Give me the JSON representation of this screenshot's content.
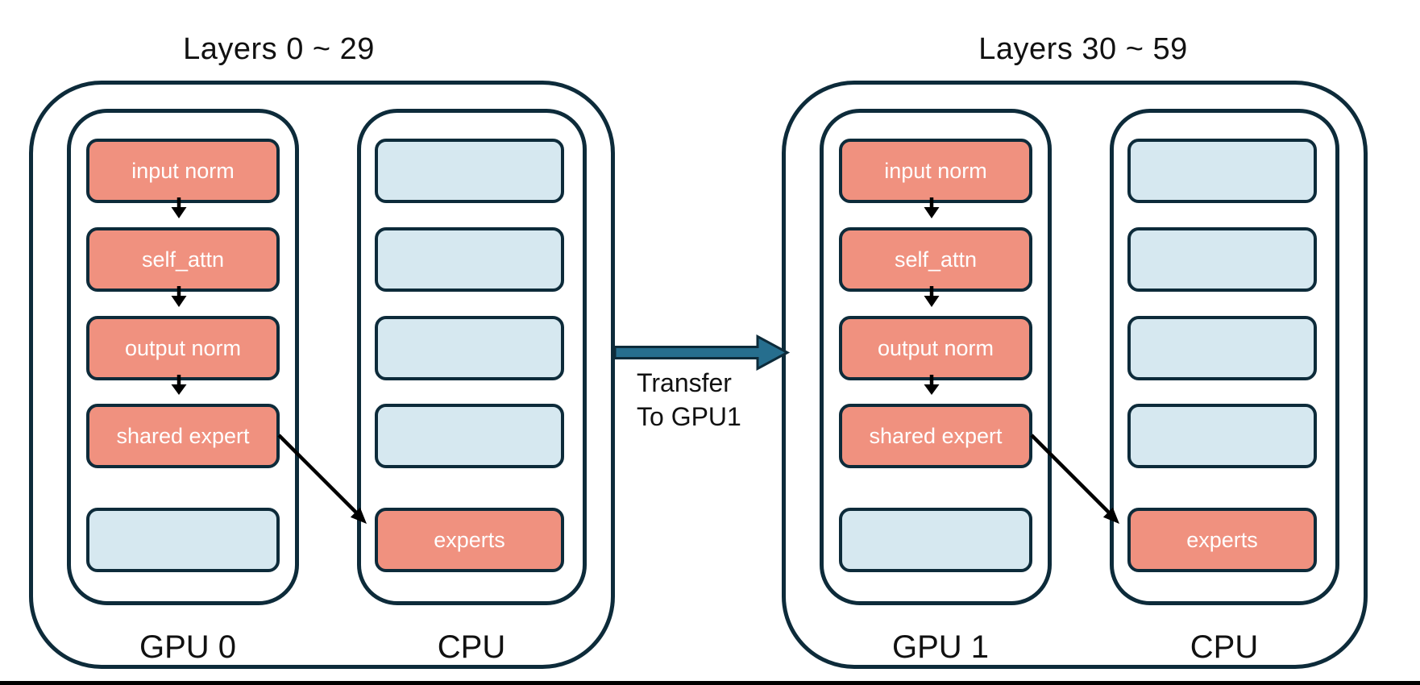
{
  "diagram": {
    "groups": [
      {
        "title": "Layers 0 ~ 29",
        "gpu_label": "GPU 0",
        "cpu_label": "CPU",
        "gpu_modules": [
          {
            "label": "input norm",
            "type": "active"
          },
          {
            "label": "self_attn",
            "type": "active"
          },
          {
            "label": "output norm",
            "type": "active"
          },
          {
            "label": "shared expert",
            "type": "active"
          },
          {
            "label": "",
            "type": "empty"
          }
        ],
        "cpu_modules": [
          {
            "label": "",
            "type": "empty"
          },
          {
            "label": "",
            "type": "empty"
          },
          {
            "label": "",
            "type": "empty"
          },
          {
            "label": "",
            "type": "empty"
          },
          {
            "label": "experts",
            "type": "active"
          }
        ]
      },
      {
        "title": "Layers 30 ~ 59",
        "gpu_label": "GPU 1",
        "cpu_label": "CPU",
        "gpu_modules": [
          {
            "label": "input norm",
            "type": "active"
          },
          {
            "label": "self_attn",
            "type": "active"
          },
          {
            "label": "output norm",
            "type": "active"
          },
          {
            "label": "shared expert",
            "type": "active"
          },
          {
            "label": "",
            "type": "empty"
          }
        ],
        "cpu_modules": [
          {
            "label": "",
            "type": "empty"
          },
          {
            "label": "",
            "type": "empty"
          },
          {
            "label": "",
            "type": "empty"
          },
          {
            "label": "",
            "type": "empty"
          },
          {
            "label": "experts",
            "type": "active"
          }
        ]
      }
    ],
    "transfer": {
      "line1": "Transfer",
      "line2": "To GPU1"
    },
    "colors": {
      "module_active": "#F0917F",
      "module_empty": "#D6E8F0",
      "outline": "#0D2B3A",
      "transfer_arrow": "#266E8E",
      "flow_arrow": "#000000"
    }
  }
}
